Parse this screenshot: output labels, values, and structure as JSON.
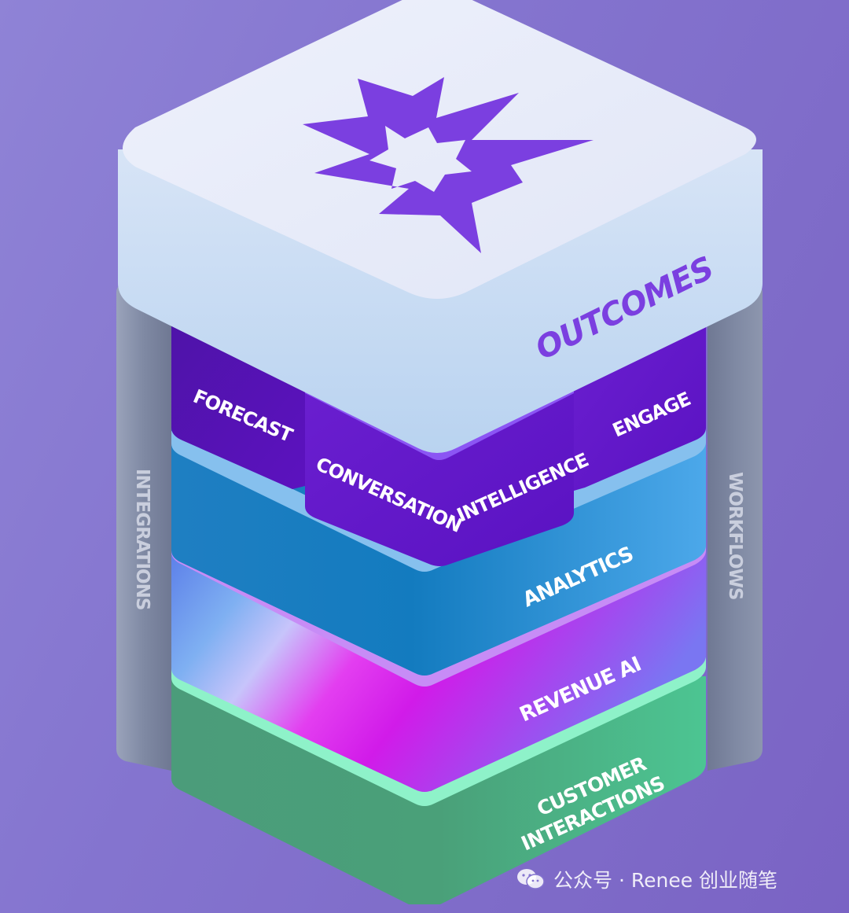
{
  "diagram": {
    "top_label": "OUTCOMES",
    "side_left": "INTEGRATIONS",
    "side_right": "WORKFLOWS",
    "modules": [
      "FORECAST",
      "CONVERSATION",
      "INTELLIGENCE",
      "ENGAGE"
    ],
    "layers": [
      "ANALYTICS",
      "REVENUE AI",
      "CUSTOMER",
      "INTERACTIONS"
    ],
    "logo_icon": "starburst-logo-icon"
  },
  "watermark": {
    "text": "公众号 · Renee 创业随笔",
    "icon": "wechat-icon"
  },
  "colors": {
    "background": "#8577cf",
    "top_block": "#e4e9f8",
    "logo": "#7b3fe0",
    "module_purple": "#6a16d6",
    "analytics_blue": "#2a8bd0",
    "revenue_magenta": "#d91cef",
    "customer_green": "#4fae82",
    "pillar_gray": "#8790a8"
  }
}
